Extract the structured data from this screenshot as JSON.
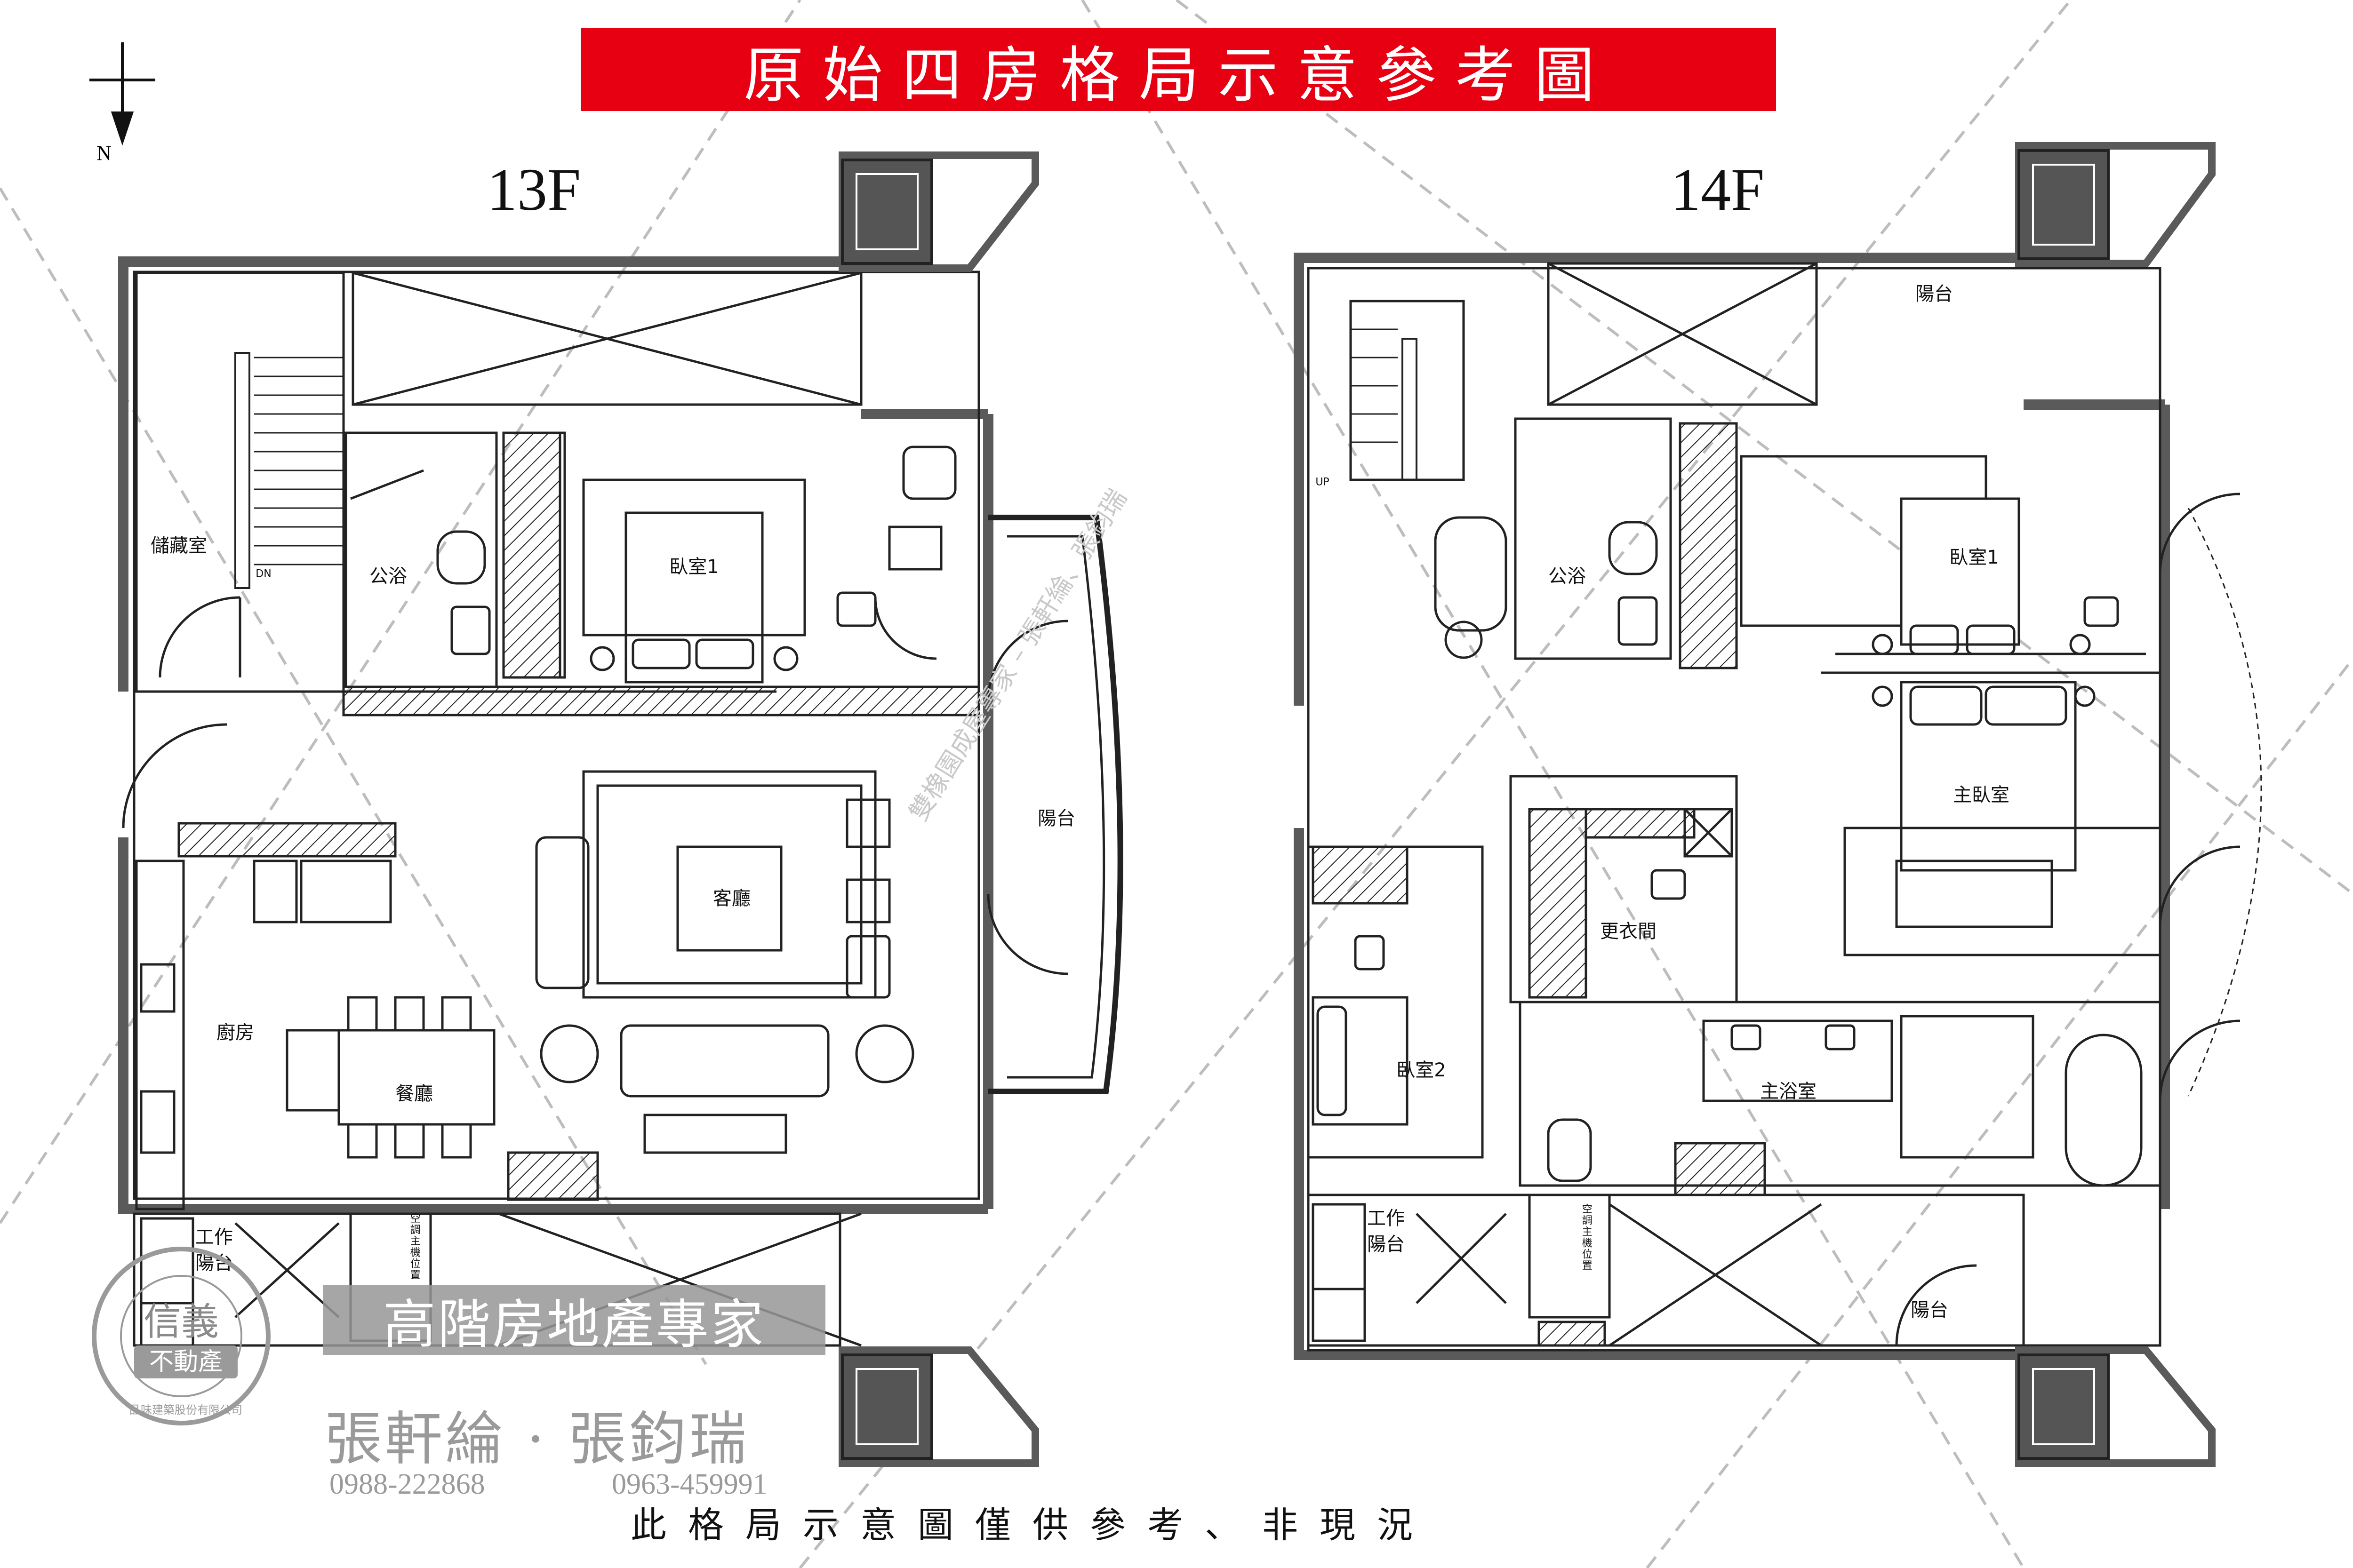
{
  "title": "原始四房格局示意參考圖",
  "north_label": "N",
  "floors": {
    "f13": {
      "label": "13F",
      "rooms": {
        "storage": "儲藏室",
        "public_bath": "公浴",
        "bedroom1": "臥室1",
        "living": "客廳",
        "balcony": "陽台",
        "kitchen": "廚房",
        "dining": "餐廳",
        "work_balcony_1": "工作",
        "work_balcony_2": "陽台",
        "ac_unit": "空調主機位置",
        "stair_mark": "DN"
      }
    },
    "f14": {
      "label": "14F",
      "rooms": {
        "balcony_top": "陽台",
        "public_bath": "公浴",
        "bedroom1": "臥室1",
        "master_bedroom": "主臥室",
        "walk_in_closet": "更衣間",
        "bedroom2": "臥室2",
        "master_bath": "主浴室",
        "work_balcony_1": "工作",
        "work_balcony_2": "陽台",
        "ac_unit": "空調主機位置",
        "balcony_bottom": "陽台",
        "stair_mark": "UP"
      }
    }
  },
  "agent": {
    "tagline": "高階房地產專家",
    "names": "張軒綸 · 張鈞瑞",
    "phone1": "0988-222868",
    "phone2": "0963-459991",
    "seal_main": "信義",
    "seal_sub": "不動產",
    "seal_ring": "品味建築股份有限公司"
  },
  "watermark": "雙橡園成屋專家 – 張軒綸、張鈞瑞",
  "footer_note": "此格局示意圖僅供參考、非現況",
  "colors": {
    "banner": "#e60012",
    "wall": "#5a5a5a",
    "line": "#222222",
    "watermark": "#c8c8c8"
  }
}
